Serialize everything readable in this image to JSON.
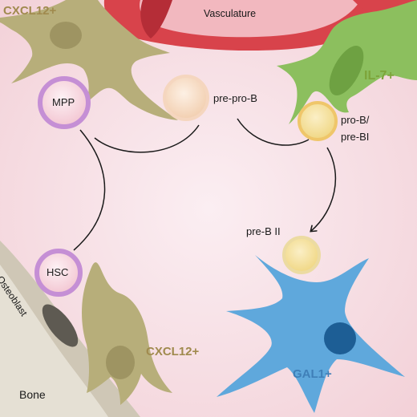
{
  "labels": {
    "vasculature": "Vasculature",
    "cxcl12_top": "CXCL12+",
    "cxcl12_bottom": "CXCL12+",
    "il7": "IL-7+",
    "gal1": "GAL1+",
    "osteoblast": "Osteoblast",
    "bone": "Bone",
    "mpp": "MPP",
    "hsc": "HSC",
    "pre_pro_b": "pre-pro-B",
    "pro_b_line1": "pro-B/",
    "pro_b_line2": "pre-BI",
    "pre_b_ii": "pre-B II"
  },
  "colors": {
    "background": "#f5dde3",
    "vasculature": "#d8434b",
    "cxcl12_cell": "#b7ae7a",
    "il7_cell": "#8cbf5e",
    "gal1_cell": "#5fa8dc",
    "bone": "#e5e0d4",
    "osteoblast": "#cfc7b6"
  }
}
